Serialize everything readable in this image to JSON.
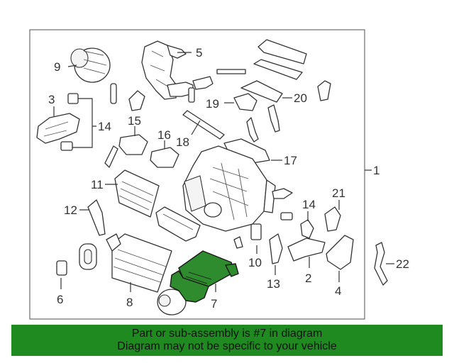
{
  "banner": {
    "line1": "Part or sub-assembly is #7 in diagram",
    "line2": "Diagram may not be specific to your vehicle"
  },
  "highlight_color": "#2e8b2e",
  "banner_color": "#1f8a1f",
  "callouts": {
    "c1": "1",
    "c2": "2",
    "c3": "3",
    "c4": "4",
    "c5": "5",
    "c6": "6",
    "c7": "7",
    "c8": "8",
    "c9": "9",
    "c10": "10",
    "c11": "11",
    "c12": "12",
    "c13": "13",
    "c14": "14",
    "c15": "15",
    "c16": "16",
    "c17": "17",
    "c18": "18",
    "c19": "19",
    "c20": "20",
    "c21": "21",
    "c22": "22"
  }
}
